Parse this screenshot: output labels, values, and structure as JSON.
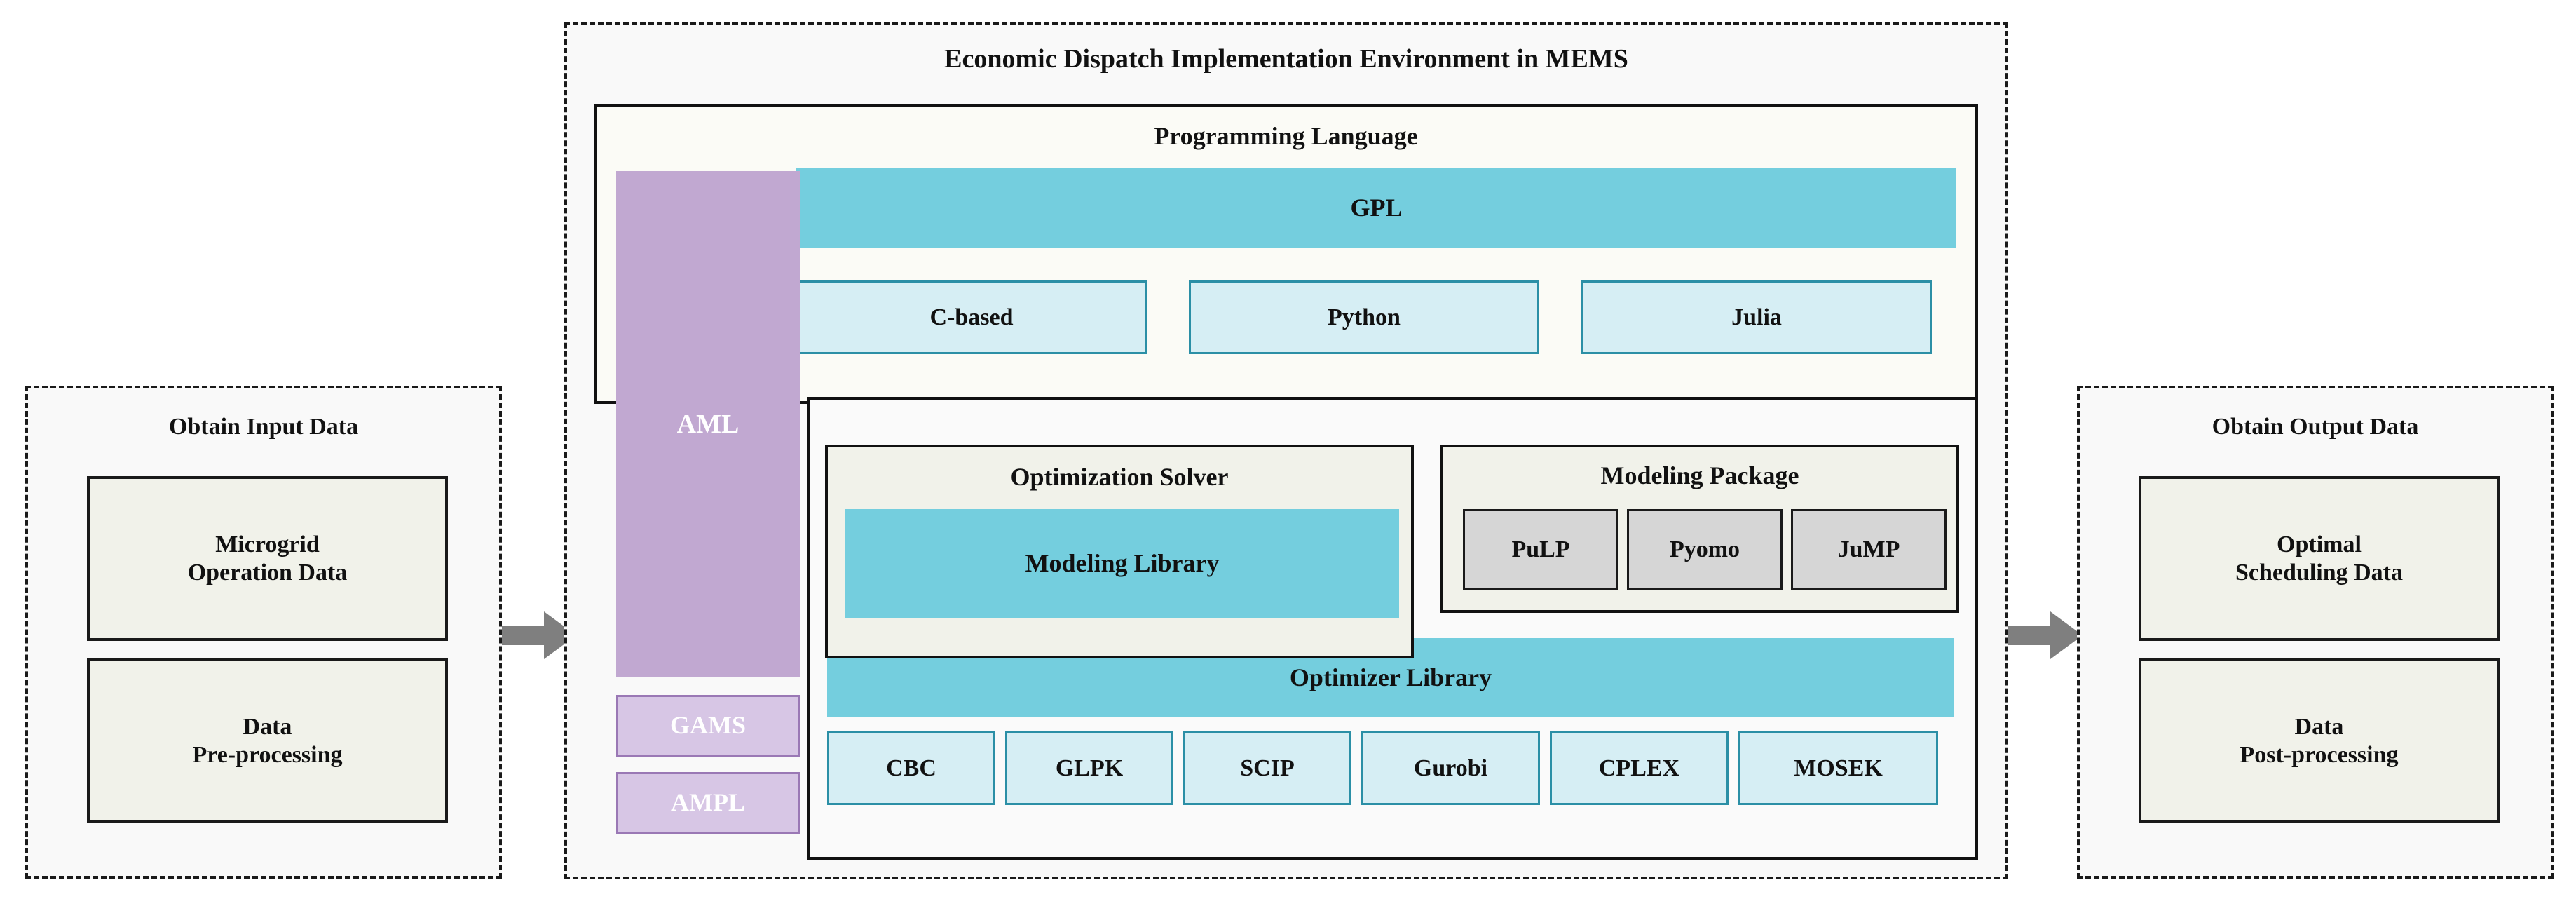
{
  "diagram": {
    "title": "Economic Dispatch Implementation Environment in MEMS"
  },
  "input_panel": {
    "heading": "Obtain Input Data",
    "boxes": [
      {
        "label": "Microgrid\nOperation Data"
      },
      {
        "label": "Data\nPre-processing"
      }
    ]
  },
  "output_panel": {
    "heading": "Obtain Output Data",
    "boxes": [
      {
        "label": "Optimal\nScheduling Data"
      },
      {
        "label": "Data\nPost-processing"
      }
    ]
  },
  "aml_column": {
    "main_label": "AML",
    "chips": [
      "GAMS",
      "AMPL"
    ]
  },
  "programming_language": {
    "heading": "Programming Language",
    "banner": "GPL",
    "chips": [
      "C-based",
      "Python",
      "Julia"
    ]
  },
  "optimization_solver": {
    "heading": "Optimization Solver",
    "banner": "Modeling Library"
  },
  "modeling_package": {
    "heading": "Modeling Package",
    "chips": [
      "PuLP",
      "Pyomo",
      "JuMP"
    ]
  },
  "optimizer_library": {
    "banner": "Optimizer Library",
    "chips": [
      "CBC",
      "GLPK",
      "SCIP",
      "Gurobi",
      "CPLEX",
      "MOSEK"
    ]
  },
  "arrows": [
    {
      "name": "input-to-center"
    },
    {
      "name": "center-to-output"
    }
  ],
  "colors": {
    "teal": "#74cede",
    "light_cyan": "#d6eef4",
    "cyan_border": "#2b8fa6",
    "purple": "#c1a8d1",
    "light_purple": "#d7c6e5",
    "purple_border": "#9a78b5",
    "grey_chip": "#d6d6d6",
    "cream": "#f1f2ea",
    "panel_bg": "#f9f9f9",
    "ink": "#111111"
  }
}
